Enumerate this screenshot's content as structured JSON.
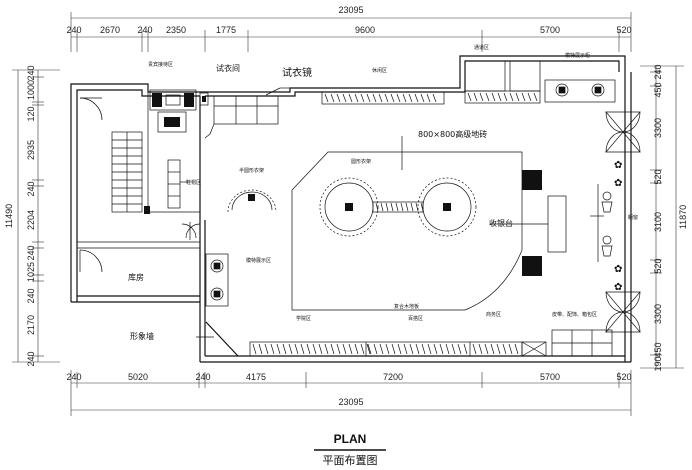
{
  "dimensions": {
    "top_total": "23095",
    "top_segments": [
      "240",
      "2670",
      "240",
      "2350",
      "1775",
      "9600",
      "5700",
      "520"
    ],
    "bottom_segments": [
      "240",
      "5020",
      "240",
      "4175",
      "7200",
      "5700",
      "520"
    ],
    "bottom_total": "23095",
    "left_total": "11490",
    "left_segments": [
      "240",
      "1000",
      "120",
      "2935",
      "240",
      "2204",
      "240",
      "1025",
      "240",
      "2170",
      "240"
    ],
    "right_total": "11870",
    "right_segments": [
      "240",
      "450",
      "3300",
      "520",
      "3100",
      "520",
      "3300",
      "450",
      "190"
    ]
  },
  "labels": {
    "vip_reception": "贵宾接待区",
    "fitting_room": "试衣间",
    "fitting_mirror": "试衣镜",
    "leisure_area": "休闲区",
    "pass_area": "通道区",
    "model_display_cabinet": "模特展示柜",
    "floor_tile": "800×800高级地砖",
    "round_rack": "圆形衣架",
    "half_round_rack": "半圆形衣架",
    "shoe_hat_area": "鞋帽区",
    "cashier": "收银台",
    "shop_window": "橱窗",
    "model_display_area": "模特展示区",
    "storage": "库房",
    "image_wall": "形象墙",
    "college_area": "学院区",
    "versatile_area": "百搭区",
    "business_area": "商务区",
    "belt_accessories_area": "皮带、配饰、箱包区",
    "composite_floor": "复合木地板"
  },
  "title": {
    "main": "PLAN",
    "sub": "平面布置图"
  }
}
